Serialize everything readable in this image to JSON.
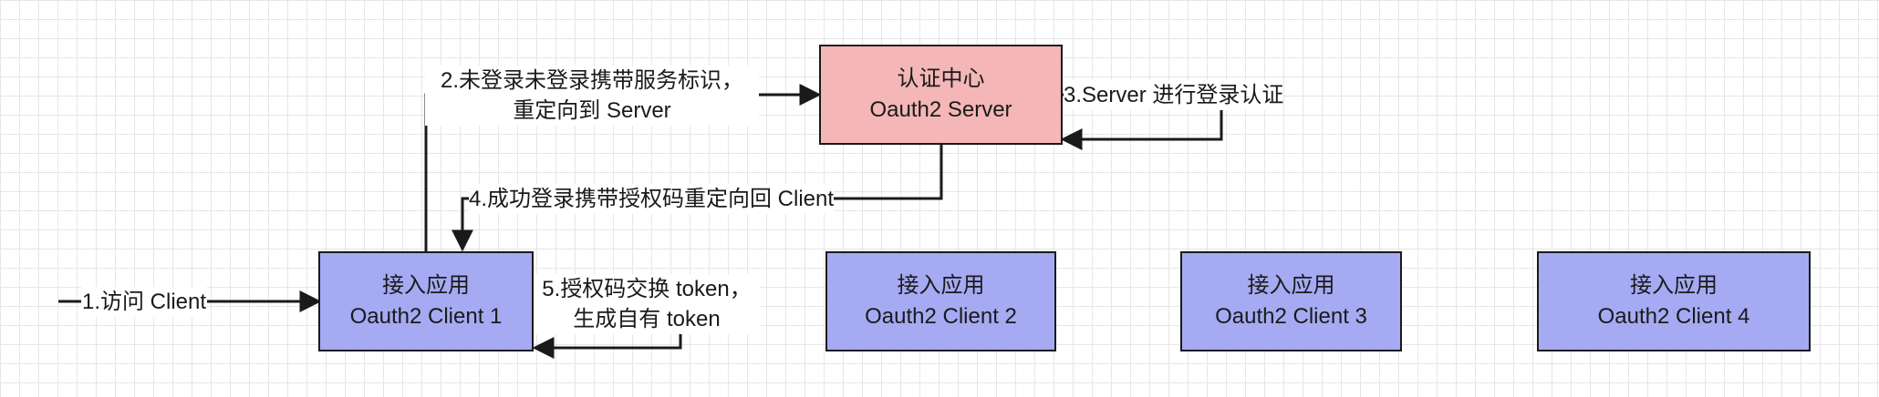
{
  "nodes": {
    "server": {
      "line1": "认证中心",
      "line2": "Oauth2 Server",
      "fill": "#f4b6b6"
    },
    "client1": {
      "line1": "接入应用",
      "line2": "Oauth2 Client 1",
      "fill": "#a5aaf2"
    },
    "client2": {
      "line1": "接入应用",
      "line2": "Oauth2 Client 2",
      "fill": "#a5aaf2"
    },
    "client3": {
      "line1": "接入应用",
      "line2": "Oauth2 Client 3",
      "fill": "#a5aaf2"
    },
    "client4": {
      "line1": "接入应用",
      "line2": "Oauth2 Client 4",
      "fill": "#a5aaf2"
    }
  },
  "edges": {
    "step1": {
      "text": "1.访问 Client"
    },
    "step2": {
      "line1": "2.未登录未登录携带服务标识，",
      "line2": "重定向到 Server"
    },
    "step3": {
      "text": "3.Server 进行登录认证"
    },
    "step4": {
      "text": "4.成功登录携带授权码重定向回 Client"
    },
    "step5": {
      "line1": "5.授权码交换 token，",
      "line2": "生成自有 token"
    }
  }
}
